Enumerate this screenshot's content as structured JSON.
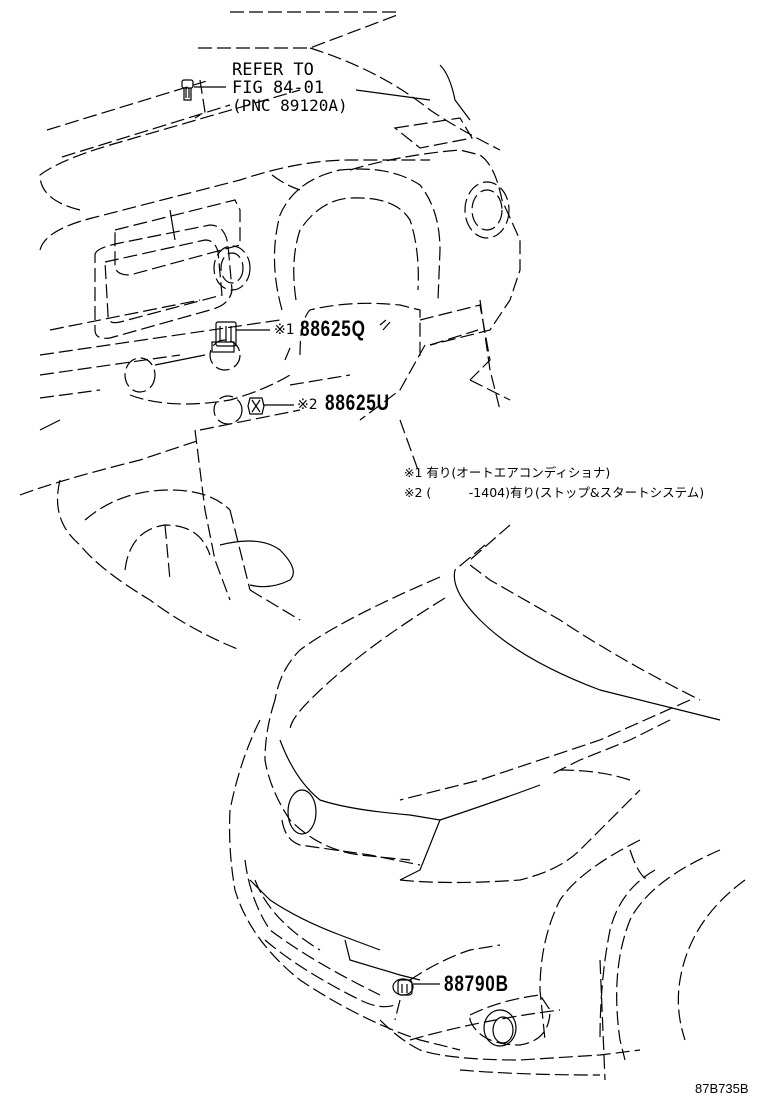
{
  "diagram": {
    "type": "parts-illustration",
    "reference": {
      "line1": "REFER TO",
      "line2": "FIG 84-01",
      "line3": "(PNC 89120A)"
    },
    "parts": [
      {
        "mark": "※1",
        "number": "88625Q",
        "location": "instrument panel / A-C control area"
      },
      {
        "mark": "※2",
        "number": "88625U",
        "location": "instrument panel lower center"
      },
      {
        "mark": "",
        "number": "88790B",
        "location": "front bumper"
      }
    ],
    "notes": [
      {
        "mark": "※1",
        "text": "有り(オートエアコンディショナ)"
      },
      {
        "mark": "※2",
        "text": "(　　　-1404)有り(ストップ&スタートシステム)"
      }
    ],
    "illustration_code": "87B735B"
  }
}
